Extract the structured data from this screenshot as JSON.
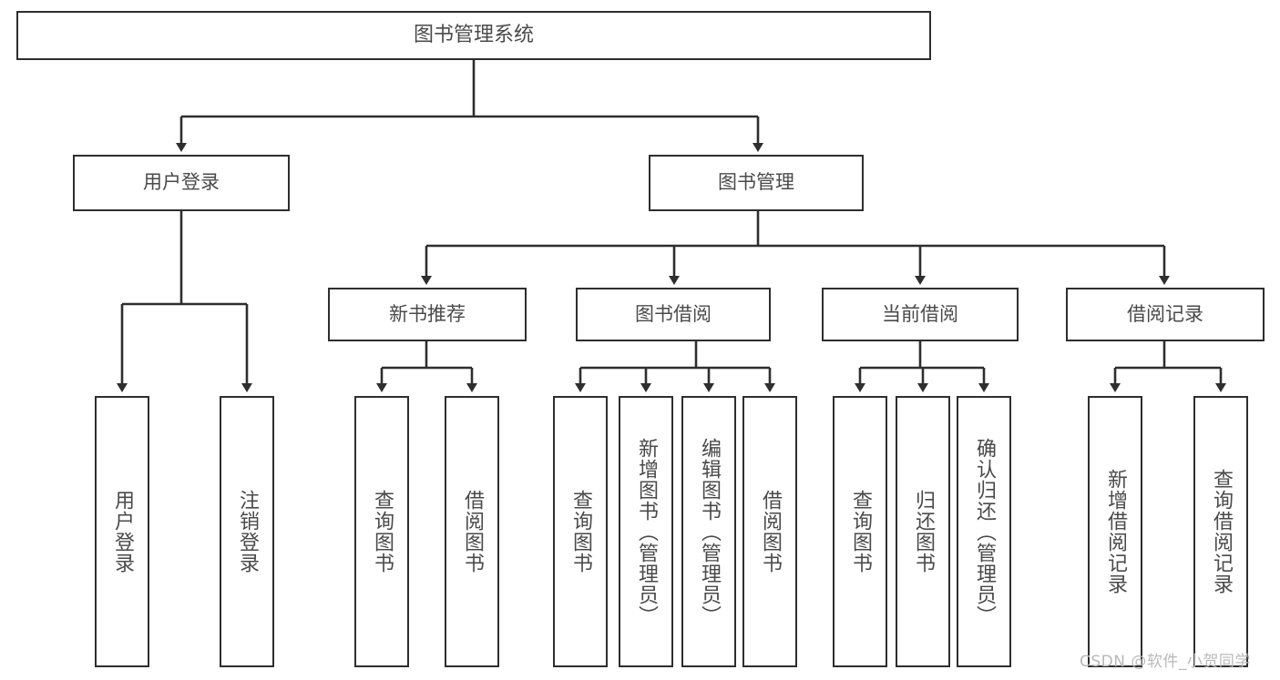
{
  "diagram": {
    "title": "图书管理系统",
    "root": {
      "label": "图书管理系统"
    },
    "tier1": [
      {
        "label": "用户登录"
      },
      {
        "label": "图书管理"
      }
    ],
    "tier2": [
      {
        "label": "新书推荐"
      },
      {
        "label": "图书借阅"
      },
      {
        "label": "当前借阅"
      },
      {
        "label": "借阅记录"
      }
    ],
    "leaves": {
      "user_login": [
        {
          "label": "用户登录"
        },
        {
          "label": "注销登录"
        }
      ],
      "new_book_recommend": [
        {
          "label": "查询图书"
        },
        {
          "label": "借阅图书"
        }
      ],
      "book_borrow": [
        {
          "label": "查询图书"
        },
        {
          "label": "新增图书（管理员）"
        },
        {
          "label": "编辑图书（管理员）"
        },
        {
          "label": "借阅图书"
        }
      ],
      "current_borrow": [
        {
          "label": "查询图书"
        },
        {
          "label": "归还图书"
        },
        {
          "label": "确认归还（管理员）"
        }
      ],
      "borrow_record": [
        {
          "label": "新增借阅记录"
        },
        {
          "label": "查询借阅记录"
        }
      ]
    }
  },
  "watermark": {
    "text": "CSDN @软件_小贺同学"
  },
  "colors": {
    "border": "#2e2e2e",
    "text": "#4a4a4a",
    "background": "#ffffff",
    "watermark": "#b9b9b9"
  }
}
